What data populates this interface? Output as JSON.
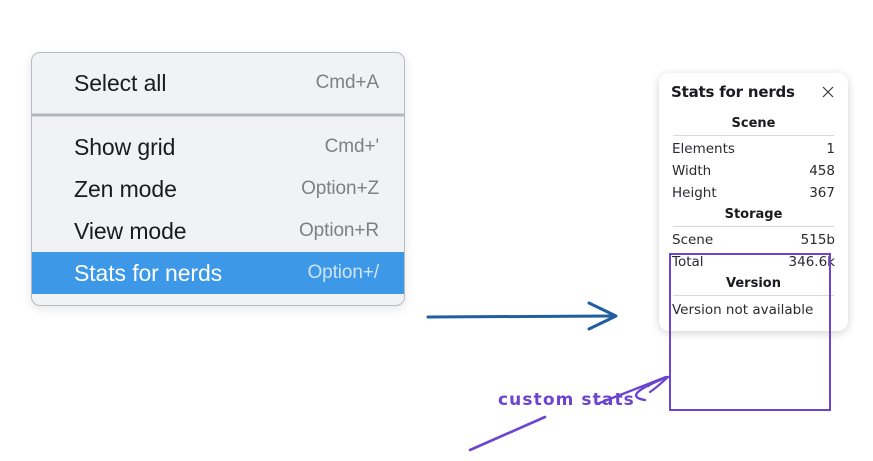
{
  "context_menu": {
    "groups": [
      {
        "name": "group-1",
        "items": [
          {
            "label": "Select all",
            "shortcut": "Cmd+A",
            "selected": false
          }
        ]
      },
      {
        "name": "group-2",
        "items": [
          {
            "label": "Show grid",
            "shortcut": "Cmd+'",
            "selected": false
          },
          {
            "label": "Zen mode",
            "shortcut": "Option+Z",
            "selected": false
          },
          {
            "label": "View mode",
            "shortcut": "Option+R",
            "selected": false
          },
          {
            "label": "Stats for nerds",
            "shortcut": "Option+/",
            "selected": true
          }
        ]
      }
    ],
    "selected_item": "Stats for nerds",
    "highlight_color": "#3d99e8",
    "background_color": "#f1f2f3"
  },
  "stats_panel": {
    "title": "Stats for nerds",
    "close_icon": "close-icon",
    "sections": [
      {
        "heading": "Scene",
        "rows": [
          {
            "label": "Elements",
            "value": "1"
          },
          {
            "label": "Width",
            "value": "458"
          },
          {
            "label": "Height",
            "value": "367"
          }
        ]
      },
      {
        "heading": "Storage",
        "rows": [
          {
            "label": "Scene",
            "value": "515b"
          },
          {
            "label": "Total",
            "value": "346.6k"
          }
        ]
      },
      {
        "heading": "Version",
        "text_row": "Version not available"
      }
    ]
  },
  "annotations": {
    "callout_label": "custom stats",
    "callout_color": "#6b45d0",
    "flow_arrow_color": "#1f5fa0",
    "highlight_box_color": "#6b45d0"
  }
}
